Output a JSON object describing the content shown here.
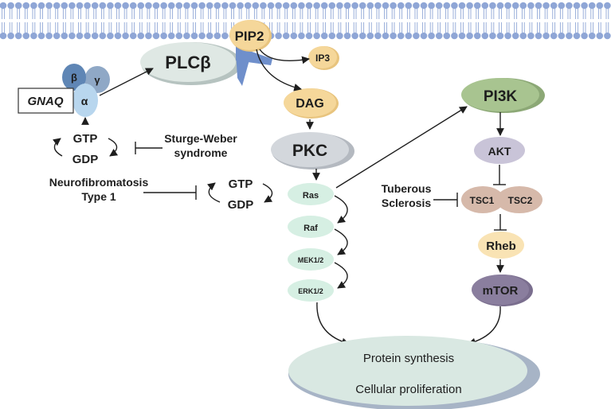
{
  "membrane": {
    "lipid_color": "#8fa6d6"
  },
  "nodes": {
    "plcb": "PLCβ",
    "pip2": "PIP2",
    "ip3": "IP3",
    "dag": "DAG",
    "pkc": "PKC",
    "beta": "β",
    "gamma": "γ",
    "alpha": "α",
    "gnaq": "GNAQ",
    "gtp_left": "GTP",
    "gdp_left": "GDP",
    "gtp_mid": "GTP",
    "gdp_mid": "GDP",
    "ras": "Ras",
    "raf": "Raf",
    "mek": "MEK1/2",
    "erk": "ERK1/2",
    "pi3k": "PI3K",
    "akt": "AKT",
    "tsc1": "TSC1",
    "tsc2": "TSC2",
    "rheb": "Rheb",
    "mtor": "mTOR"
  },
  "diseases": {
    "sturge_line1": "Sturge-Weber",
    "sturge_line2": "syndrome",
    "nf_line1": "Neurofibromatosis",
    "nf_line2": "Type 1",
    "tuberous_line1": "Tuberous",
    "tuberous_line2": "Sclerosis"
  },
  "outcome": {
    "line1": "Protein synthesis",
    "line2": "Cellular proliferation"
  },
  "colors": {
    "plc": "#dfe8e4",
    "orange": "#f5d79a",
    "pkc": "#d3d7dc",
    "green": "#d6efe3",
    "pi3k": "#a8c490",
    "akt": "#c9c4d8",
    "tsc": "#d6b9aa",
    "rheb": "#f9e3b4",
    "mtor": "#8a7e9e",
    "alpha": "#b8d6ee",
    "beta": "#5f86b5",
    "gamma": "#7e96b8",
    "alpha_text": "#e0292b",
    "outcome": "#d9e8e2",
    "outcome_shadow": "#a7b4c6",
    "blade": "#6f8fcb"
  }
}
